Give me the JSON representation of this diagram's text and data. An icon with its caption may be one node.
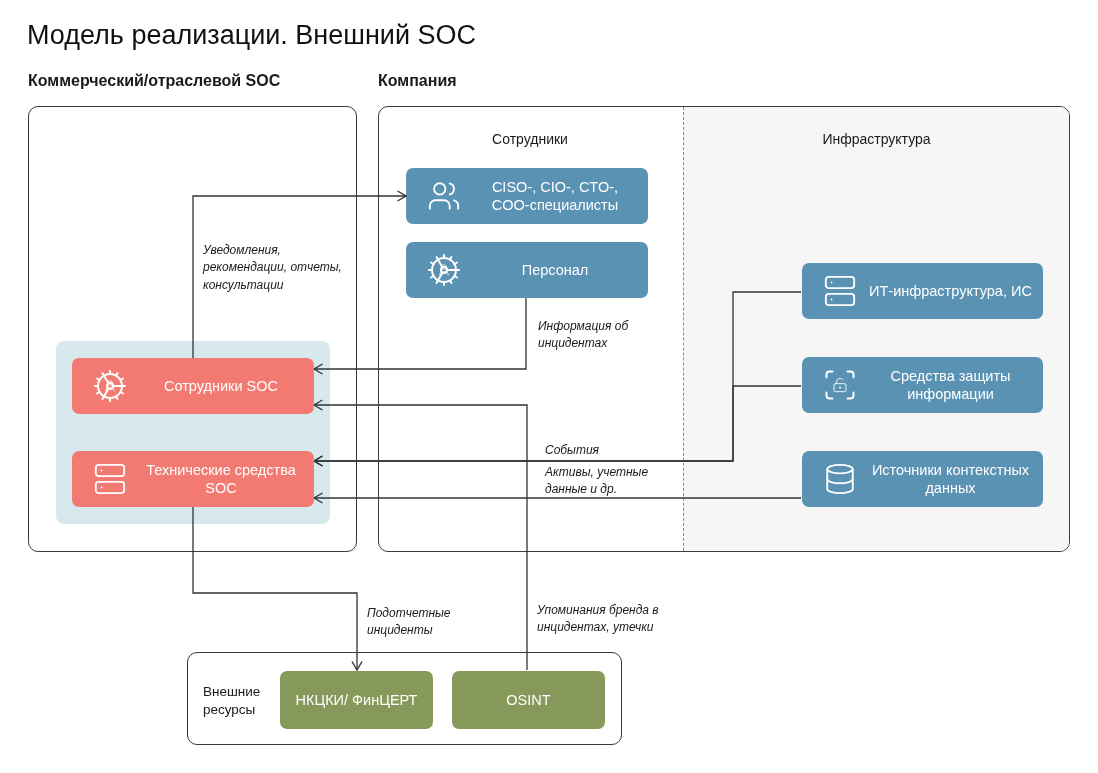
{
  "diagram": {
    "title": "Модель реализации. Внешний SOC",
    "nodes": [
      {
        "text": [
          "Коммерческий/отраслевой SOC"
        ]
      },
      {
        "text": [],
        "shape": "box",
        "in": 0
      },
      {
        "text": [
          "Сотрудники SOC"
        ],
        "in": 1
      },
      {
        "text": [
          "Технические средства SOC"
        ],
        "in": 1
      },
      {
        "text": [
          "Компания",
          "Сотрудники"
        ]
      },
      {
        "text": [
          "CISO-, CIO-, CTO-, COO-специалисты"
        ],
        "in": 4
      },
      {
        "text": [
          "Персонал"
        ],
        "in": 4
      },
      {
        "text": [
          "Инфраструктура"
        ],
        "in": 4
      },
      {
        "text": [
          "ИТ-инфраструктура, ИС"
        ],
        "in": 7
      },
      {
        "text": [
          "Средства защиты информации"
        ],
        "in": 7
      },
      {
        "text": [
          "Источники контекстных данных"
        ],
        "in": 7
      },
      {
        "text": [
          "Внешние ресурсы"
        ]
      },
      {
        "text": [
          "НКЦКИ/ ФинЦЕРТ"
        ],
        "in": 11
      },
      {
        "text": [
          "OSINT"
        ],
        "in": 11
      }
    ],
    "edges": [
      {
        "from": 2,
        "to": 5,
        "arrow": "to",
        "label": "Уведомления, рекомендации, отчеты, консультации"
      },
      {
        "from": 6,
        "to": 2,
        "arrow": "to",
        "label": "Информация об инцидентах"
      },
      {
        "from": 13,
        "to": 2,
        "arrow": "to",
        "label": "Упоминания бренда в инцидентах, утечки"
      },
      {
        "from": 8,
        "to": 3,
        "arrow": "to",
        "label": "События"
      },
      {
        "from": 9,
        "to": 3,
        "arrow": "to"
      },
      {
        "from": 10,
        "to": 3,
        "arrow": "to",
        "label": "Активы, учетные данные и др."
      },
      {
        "from": 3,
        "to": 12,
        "arrow": "to",
        "label": "Подотчетные инциденты"
      }
    ]
  }
}
